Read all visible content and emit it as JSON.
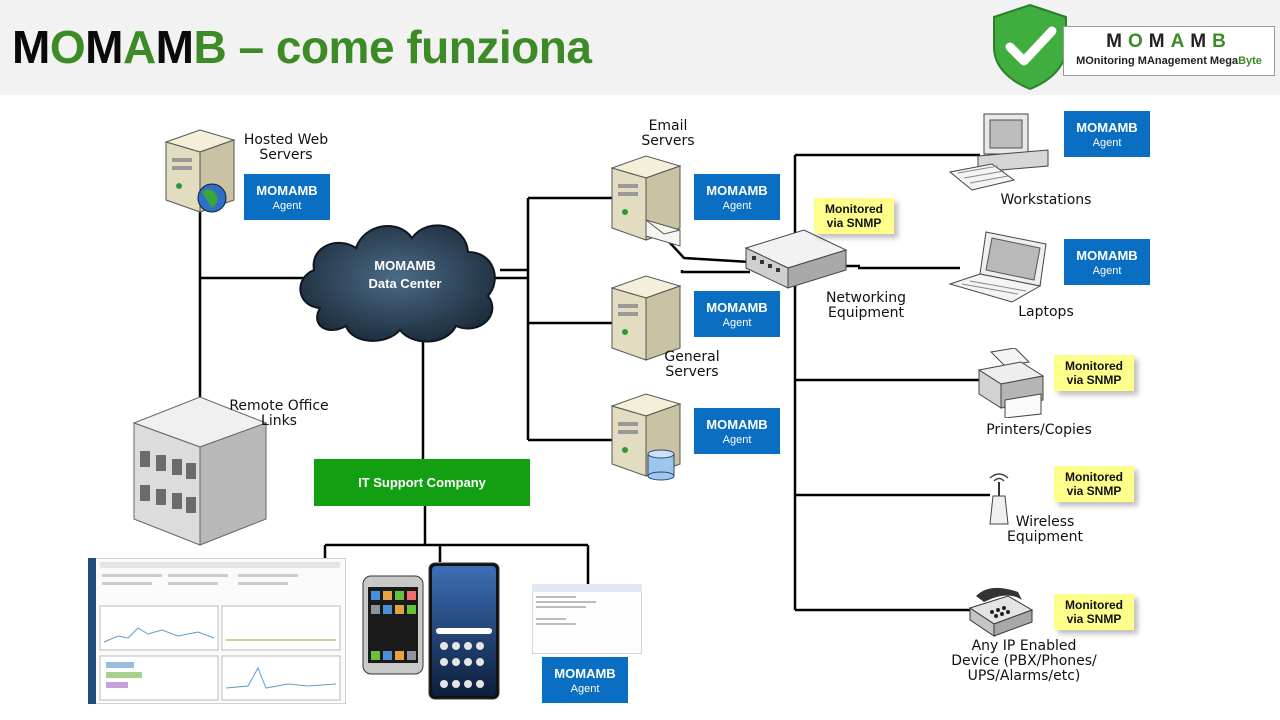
{
  "header": {
    "title_parts": [
      {
        "text": "M",
        "color": "#0a0a0a"
      },
      {
        "text": "O",
        "color": "#3d8b26"
      },
      {
        "text": "M",
        "color": "#0a0a0a"
      },
      {
        "text": "A",
        "color": "#3d8b26"
      },
      {
        "text": "M",
        "color": "#0a0a0a"
      },
      {
        "text": "B",
        "color": "#3d8b26"
      },
      {
        "text": " – come funziona",
        "color": "#3d8b26"
      }
    ],
    "logo": {
      "name_parts": [
        "M",
        "O",
        "M",
        "A",
        "M",
        "B"
      ],
      "sub_parts": [
        "MO",
        "nitoring ",
        "MA",
        "nagement ",
        "M",
        "ega",
        "B",
        "yte"
      ]
    }
  },
  "agent_label": {
    "title": "MOMAMB",
    "sub": "Agent"
  },
  "snmp_label": "Monitored\nvia SNMP",
  "cloud": {
    "line1": "MOMAMB",
    "line2": "Data Center"
  },
  "it_support": "IT Support Company",
  "labels": {
    "hosted_web": "Hosted Web\nServers",
    "remote_office": "Remote Office\nLinks",
    "email_servers": "Email\nServers",
    "general_servers": "General\nServers",
    "networking": "Networking\nEquipment",
    "workstations": "Workstations",
    "laptops": "Laptops",
    "printers": "Printers/Copies",
    "wireless": "Wireless\nEquipment",
    "ip_devices": "Any IP Enabled\nDevice (PBX/Phones/\nUPS/Alarms/etc)"
  },
  "colors": {
    "agent_blue": "#0a6ec2",
    "snmp_yellow": "#fefe8a",
    "it_green": "#12a012",
    "brand_green": "#3d8b26"
  }
}
